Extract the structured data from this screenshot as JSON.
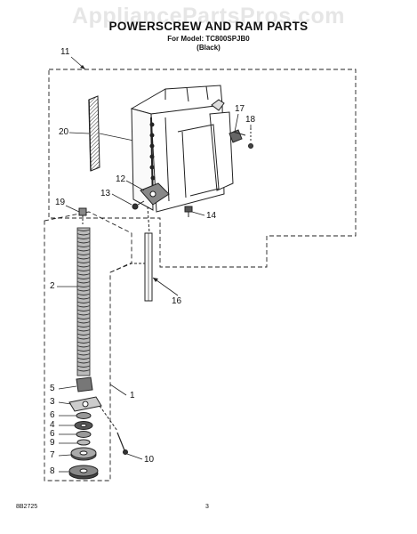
{
  "watermark": "AppliancePartsPros.com",
  "header": {
    "title": "POWERSCREW AND RAM PARTS",
    "model_line": "For Model: TC800SPJB0",
    "color_line": "(Black)"
  },
  "callouts": [
    "11",
    "20",
    "17",
    "18",
    "12",
    "13",
    "14",
    "19",
    "16",
    "2",
    "1",
    "5",
    "3",
    "6",
    "4",
    "6",
    "9",
    "7",
    "8",
    "10"
  ],
  "footer": {
    "code": "8B2725",
    "page": "3"
  }
}
